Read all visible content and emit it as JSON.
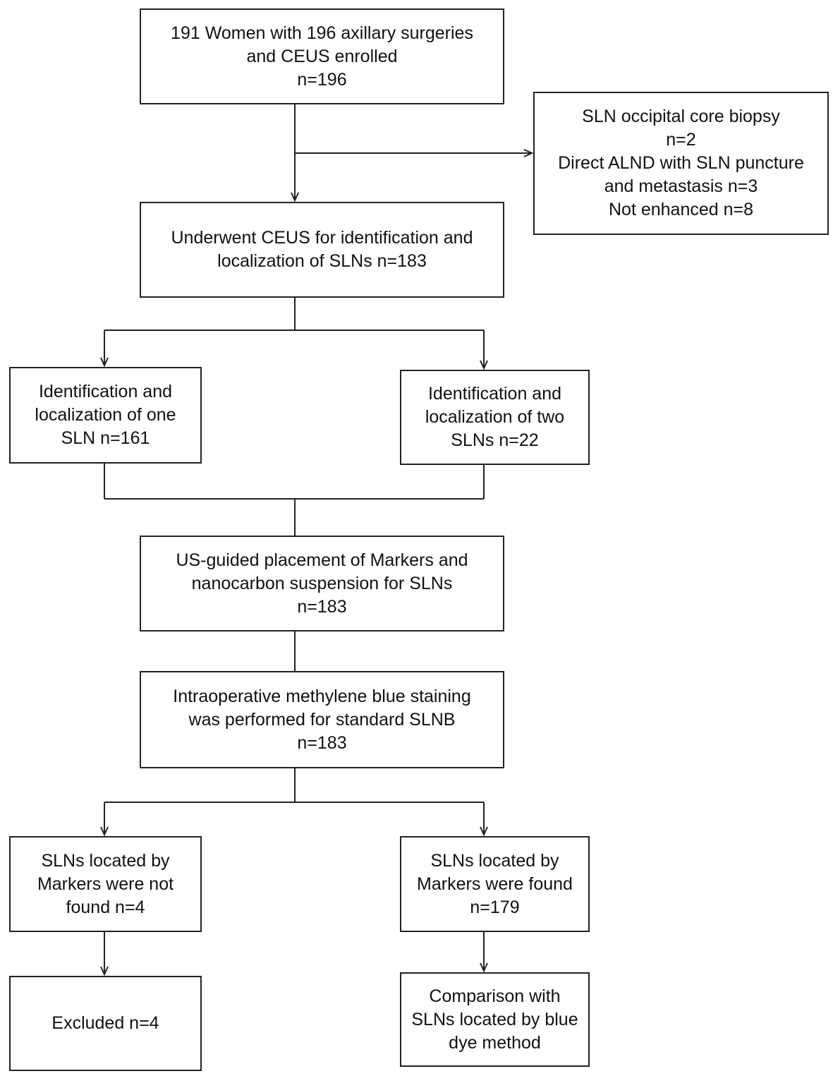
{
  "colors": {
    "stroke": "#222222",
    "text": "#111111",
    "background": "#ffffff"
  },
  "boxes": {
    "enrolled": [
      "191 Women with 196 axillary surgeries",
      "and CEUS enrolled",
      "n=196"
    ],
    "excluded_early": [
      "SLN occipital core biopsy",
      "n=2",
      "Direct ALND with SLN puncture",
      "and metastasis n=3",
      "Not enhanced n=8"
    ],
    "ceus": [
      "Underwent CEUS for identification and",
      "localization of SLNs n=183"
    ],
    "one_sln": [
      "Identification and",
      "localization of one",
      "SLN n=161"
    ],
    "two_sln": [
      "Identification and",
      "localization of two",
      "SLNs n=22"
    ],
    "placement": [
      "US-guided placement of Markers and",
      "nanocarbon suspension for SLNs",
      "n=183"
    ],
    "staining": [
      "Intraoperative methylene blue staining",
      "was performed for standard SLNB",
      "n=183"
    ],
    "not_found": [
      "SLNs located by",
      "Markers were not",
      "found n=4"
    ],
    "found": [
      "SLNs located by",
      "Markers were found",
      "n=179"
    ],
    "excluded": [
      "Excluded n=4"
    ],
    "comparison": [
      "Comparison with",
      "SLNs located by blue",
      "dye method"
    ]
  }
}
